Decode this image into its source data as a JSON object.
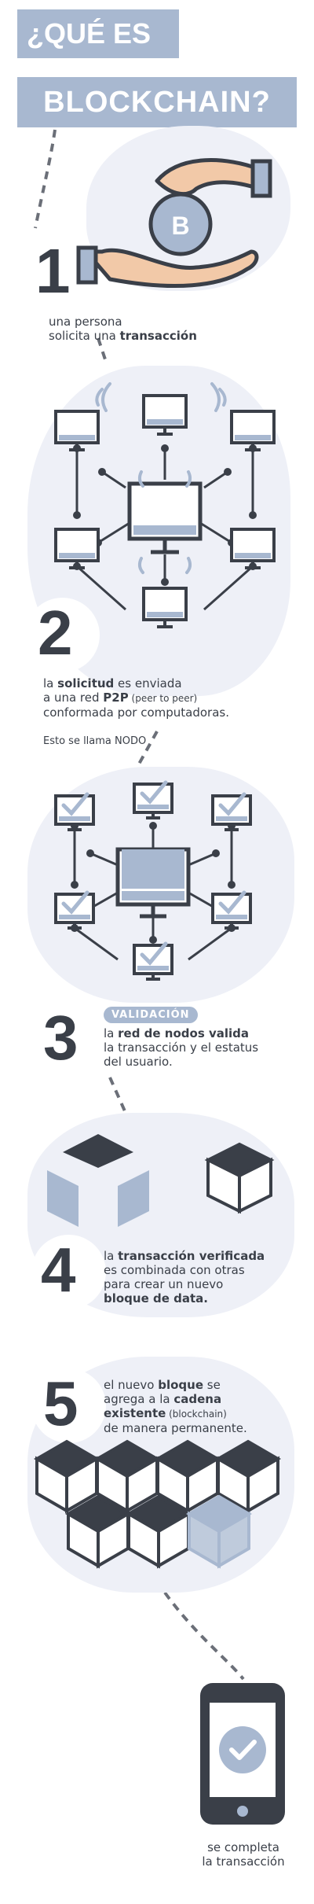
{
  "header": {
    "line1": "¿QUÉ ES",
    "line2": "BLOCKCHAIN?"
  },
  "steps": [
    {
      "number": "1",
      "text": {
        "a": "una persona",
        "b": "solicita una ",
        "c": "transacción"
      }
    },
    {
      "number": "2",
      "text": {
        "a": "la ",
        "b": "solicitud",
        "c": " es enviada",
        "d": "a una red ",
        "e": "P2P",
        "f": " (peer to peer)",
        "g": "conformada por computadoras."
      },
      "note": "Esto se llama NODO"
    },
    {
      "number": "3",
      "badge": "VALIDACIÓN",
      "text": {
        "a": "la ",
        "b": "red de nodos valida",
        "c": "la transacción y el  estatus",
        "d": "del usuario."
      }
    },
    {
      "number": "4",
      "text": {
        "a": "la ",
        "b": "transacción verificada",
        "c": "es combinada con otras",
        "d": "para crear un nuevo",
        "e": "bloque de data."
      }
    },
    {
      "number": "5",
      "text": {
        "a": "el nuevo ",
        "b": "bloque",
        "c": " se",
        "d": "agrega a la ",
        "e": "cadena",
        "f": "existente",
        "g": " (blockchain)",
        "h": "de manera permanente."
      }
    }
  ],
  "final": {
    "line1": "se completa",
    "line2": "la transacción"
  },
  "icons": {
    "coin_letter": "B"
  },
  "colors": {
    "accent": "#a8b8d0",
    "dark": "#3a3f48",
    "blob": "#eef0f7",
    "skin": "#f2c9a8"
  }
}
